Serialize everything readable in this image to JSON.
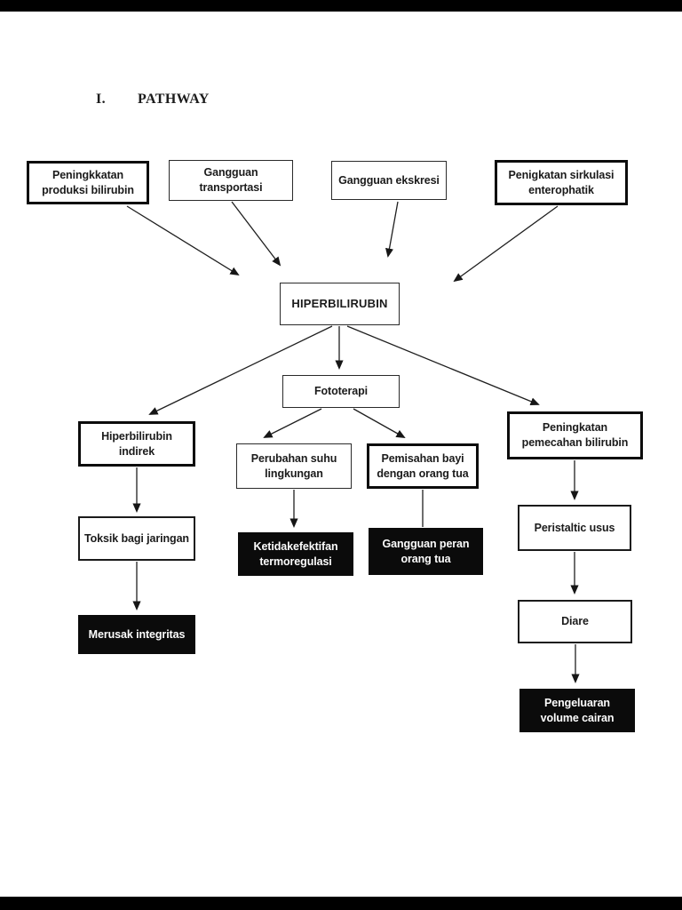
{
  "page": {
    "title_numeral": "I.",
    "title": "PATHWAY"
  },
  "diagram": {
    "nodes": [
      {
        "id": "produksi-bilirubin",
        "label": "Peningkkatan produksi bilirubin",
        "variant": "outlined-thick"
      },
      {
        "id": "gangguan-transportasi",
        "label": "Gangguan transportasi",
        "variant": "outlined"
      },
      {
        "id": "gangguan-ekskresi",
        "label": "Gangguan ekskresi",
        "variant": "outlined"
      },
      {
        "id": "sirkulasi-enterophatik",
        "label": "Penigkatan sirkulasi enterophatik",
        "variant": "outlined-thick"
      },
      {
        "id": "hiperbilirubin",
        "label": "HIPERBILIRUBIN",
        "variant": "outlined"
      },
      {
        "id": "fototerapi",
        "label": "Fototerapi",
        "variant": "outlined"
      },
      {
        "id": "hiperbilirubin-indirek",
        "label": "Hiperbilirubin indirek",
        "variant": "outlined-thick"
      },
      {
        "id": "perubahan-suhu",
        "label": "Perubahan suhu lingkungan",
        "variant": "outlined"
      },
      {
        "id": "pemisahan-bayi",
        "label": "Pemisahan bayi dengan orang tua",
        "variant": "outlined-thick"
      },
      {
        "id": "pemecahan-bilirubin",
        "label": "Peningkatan pemecahan bilirubin",
        "variant": "outlined-thick"
      },
      {
        "id": "toksik-jaringan",
        "label": "Toksik bagi jaringan",
        "variant": "outlined"
      },
      {
        "id": "merusak-integritas",
        "label": "Merusak integritas",
        "variant": "filled-black"
      },
      {
        "id": "ketidakefektifan-termoregulasi",
        "label": "Ketidakefektifan termoregulasi",
        "variant": "filled-black"
      },
      {
        "id": "gangguan-peran",
        "label": "Gangguan peran orang tua",
        "variant": "filled-black"
      },
      {
        "id": "peristaltic-usus",
        "label": "Peristaltic usus",
        "variant": "outlined"
      },
      {
        "id": "diare",
        "label": "Diare",
        "variant": "outlined"
      },
      {
        "id": "pengeluaran-cairan",
        "label": "Pengeluaran volume cairan",
        "variant": "filled-black"
      }
    ],
    "edges": [
      {
        "from": "produksi-bilirubin",
        "to": "hiperbilirubin"
      },
      {
        "from": "gangguan-transportasi",
        "to": "hiperbilirubin"
      },
      {
        "from": "gangguan-ekskresi",
        "to": "hiperbilirubin"
      },
      {
        "from": "sirkulasi-enterophatik",
        "to": "hiperbilirubin"
      },
      {
        "from": "hiperbilirubin",
        "to": "fototerapi"
      },
      {
        "from": "hiperbilirubin",
        "to": "hiperbilirubin-indirek"
      },
      {
        "from": "hiperbilirubin",
        "to": "pemecahan-bilirubin"
      },
      {
        "from": "fototerapi",
        "to": "perubahan-suhu"
      },
      {
        "from": "fototerapi",
        "to": "pemisahan-bayi"
      },
      {
        "from": "hiperbilirubin-indirek",
        "to": "toksik-jaringan"
      },
      {
        "from": "toksik-jaringan",
        "to": "merusak-integritas"
      },
      {
        "from": "perubahan-suhu",
        "to": "ketidakefektifan-termoregulasi"
      },
      {
        "from": "pemisahan-bayi",
        "to": "gangguan-peran"
      },
      {
        "from": "pemecahan-bilirubin",
        "to": "peristaltic-usus"
      },
      {
        "from": "peristaltic-usus",
        "to": "diare"
      },
      {
        "from": "diare",
        "to": "pengeluaran-cairan"
      }
    ],
    "colors": {
      "node_border": "#0c0c0c",
      "filled_node_background": "#0b0b0b",
      "filled_node_text": "#fcfcfc",
      "text": "#1b1b1b",
      "page_background": "#ffffff",
      "letterbox": "#000000"
    }
  }
}
